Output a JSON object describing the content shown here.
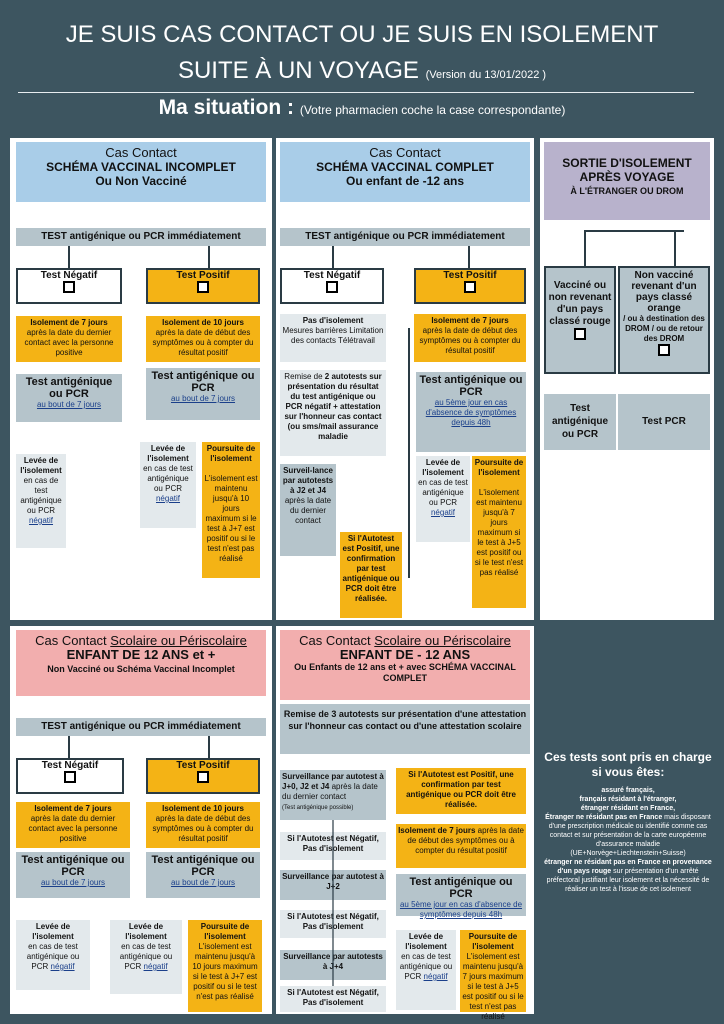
{
  "header": {
    "title_line1": "JE SUIS CAS CONTACT OU JE SUIS EN ISOLEMENT",
    "title_line2": "SUITE À UN VOYAGE",
    "version": "(Version du 13/01/2022 )",
    "situation": "Ma situation :",
    "situation_note": "(Votre pharmacien coche la case correspondante)"
  },
  "p1": {
    "h1": "Cas Contact",
    "h2": "SCHÉMA VACCINAL INCOMPLET",
    "h3": "Ou Non Vacciné",
    "bar": "TEST antigénique ou PCR immédiatement",
    "neg": "Test Négatif",
    "pos": "Test Positif",
    "neg_iso_b": "Isolement de 7 jours",
    "neg_iso": "après la date du dernier contact avec la personne positive",
    "pos_iso_b": "Isolement de 10 jours",
    "pos_iso": "après la date de début des symptômes ou à compter du résultat positif",
    "test1_b": "Test antigénique ou PCR",
    "test1_u": "au bout de 7 jours",
    "test2_b": "Test antigénique ou PCR",
    "test2_u": "au bout de 7 jours",
    "lev1_b": "Levée de l'isolement",
    "lev1": "en cas de test antigénique ou PCR",
    "lev1_u": "négatif",
    "lev2_b": "Levée de l'isolement",
    "lev2": "en cas de test antigénique ou PCR",
    "lev2_u": "négatif",
    "pour_b": "Poursuite de l'isolement",
    "pour": "L'isolement est maintenu jusqu'à 10 jours maximum si le test à J+7 est positif ou si le test n'est pas réalisé"
  },
  "p2": {
    "h1": "Cas Contact",
    "h2": "SCHÉMA VACCINAL COMPLET",
    "h3": "Ou enfant de -12 ans",
    "bar": "TEST antigénique ou PCR immédiatement",
    "neg": "Test Négatif",
    "pos": "Test Positif",
    "pas_b": "Pas d'isolement",
    "pas": "Mesures barrières Limitation des contacts Télétravail",
    "remise_pre": "Remise de",
    "remise_b": "2 autotests sur présentation du résultat du test antigénique ou PCR négatif + attestation sur l'honneur cas contact (ou sms/mail assurance maladie",
    "surv_b": "Surveil-lance par autotests à J2 et J4",
    "surv": "après la date du dernier contact",
    "autopos": "Si l'Autotest est Positif, une confirmation par test antigénique ou PCR doit être réalisée.",
    "pos_iso_b": "Isolement de 7 jours",
    "pos_iso": "après la date de début des symptômes ou à compter du résultat positif",
    "test_b": "Test antigénique ou PCR",
    "test_u": "au 5ème jour en cas d'absence de symptômes depuis 48h",
    "lev_b": "Levée de l'isolement",
    "lev": "en cas de test antigénique ou PCR",
    "lev_u": "négatif",
    "pour_b": "Poursuite de l'isolement",
    "pour": "L'isolement est maintenu jusqu'à 7 jours maximum si le test à J+5 est positif ou si le test n'est pas réalisé"
  },
  "p3": {
    "h1": "SORTIE D'ISOLEMENT",
    "h2": "APRÈS VOYAGE",
    "h3": "À L'ÉTRANGER OU DROM",
    "a": "Vacciné ou non revenant d'un pays classé rouge",
    "b1": "Non vacciné revenant d'un pays classé orange",
    "b2": "/ ou à destination des DROM / ou de retour des DROM",
    "test_a": "Test antigénique ou PCR",
    "test_b": "Test PCR"
  },
  "p4": {
    "h1_pre": "Cas Contact",
    "h1_u": "Scolaire ou Périscolaire",
    "h2": "ENFANT DE 12 ANS et +",
    "h3": "Non Vacciné ou Schéma Vaccinal Incomplet",
    "bar": "TEST antigénique ou PCR immédiatement",
    "neg": "Test Négatif",
    "pos": "Test Positif",
    "neg_iso_b": "Isolement de 7 jours",
    "neg_iso": "après la date du dernier contact avec la personne positive",
    "pos_iso_b": "Isolement de 10 jours",
    "pos_iso": "après la date de début des symptômes ou à compter du résultat positif",
    "test1_b": "Test antigénique ou PCR",
    "test1_u": "au bout de 7 jours",
    "test2_b": "Test antigénique ou PCR",
    "test2_u": "au bout de 7 jours",
    "lev1_b": "Levée de l'isolement",
    "lev1": "en cas de test antigénique ou PCR",
    "lev1_u": "négatif",
    "lev2_b": "Levée de l'isolement",
    "lev2": "en cas de test antigénique ou PCR",
    "lev2_u": "négatif",
    "pour_b": "Poursuite de l'isolement",
    "pour": "L'isolement est maintenu jusqu'à 10 jours maximum si le test à J+7 est positif ou si le test n'est pas réalisé"
  },
  "p5": {
    "h1_pre": "Cas Contact",
    "h1_u": "Scolaire ou Périscolaire",
    "h2": "ENFANT DE - 12 ANS",
    "h3": "Ou Enfants de 12 ans et + avec SCHÉMA VACCINAL COMPLET",
    "remise": "Remise de 3 autotests sur présentation d'une attestation sur l'honneur cas contact ou d'une attestation scolaire",
    "surv1_b": "Surveillance par autotest à J+0, J2 et J4",
    "surv1": "après la date du dernier contact",
    "surv1_s": "(Test antigénique possible)",
    "neg1": "Si l'Autotest est Négatif, Pas d'isolement",
    "surv2": "Surveillance par autotest à J+2",
    "neg2": "Si l'Autotest est Négatif, Pas d'isolement",
    "surv3": "Surveillance par autotests à J+4",
    "neg3": "Si l'Autotest est Négatif, Pas d'isolement",
    "autopos": "Si l'Autotest est Positif, une confirmation par test antigénique ou PCR doit être réalisée.",
    "iso_b": "Isolement de 7 jours",
    "iso": "après la date de début des symptômes ou à compter du résultat positif",
    "test_b": "Test antigénique ou PCR",
    "test_u": "au 5ème jour en cas d'absence de symptômes depuis 48h",
    "lev_b": "Levée de l'isolement",
    "lev": "en cas de test antigénique ou PCR",
    "lev_u": "négatif",
    "pour_b": "Poursuite de l'isolement",
    "pour": "L'isolement est maintenu jusqu'à 7 jours maximum si le test à J+5 est positif ou si le test n'est pas réalisé"
  },
  "info": {
    "title": "Ces tests sont pris en charge si vous êtes:",
    "i1": "assuré français,",
    "i2": "français résidant à l'étranger,",
    "i3": "étranger résidant en France,",
    "i4_b": "Étranger ne résidant pas en France",
    "i4": "mais disposant d'une prescription médicale ou identifié comme cas contact et sur présentation de la carte européenne d'assurance maladie (UE+Norvège+Liechtenstein+Suisse)",
    "i5_b": "étranger ne résidant pas en France en provenance d'un pays rouge",
    "i5": "sur présentation d'un arrêté préfectoral justifiant leur isolement et la nécessité de réaliser un test à l'issue de cet isolement"
  }
}
